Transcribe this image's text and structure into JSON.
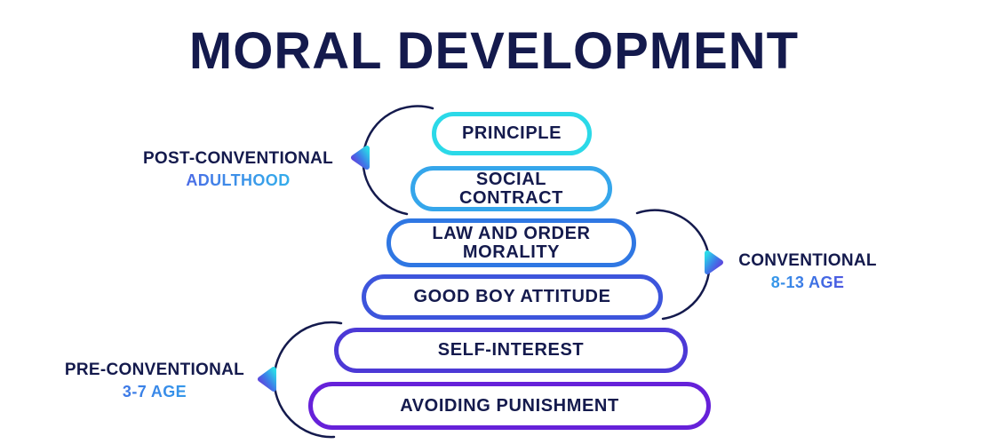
{
  "title": "MORAL DEVELOPMENT",
  "stages": [
    {
      "label": "PRINCIPLE",
      "color": "#2BD9E8"
    },
    {
      "label": "SOCIAL\nCONTRACT",
      "color": "#35A6EB"
    },
    {
      "label": "LAW AND ORDER\nMORALITY",
      "color": "#2F77E3"
    },
    {
      "label": "GOOD BOY ATTITUDE",
      "color": "#3D55DC"
    },
    {
      "label": "SELF-INTEREST",
      "color": "#4C39D6"
    },
    {
      "label": "AVOIDING PUNISHMENT",
      "color": "#6621D9"
    }
  ],
  "groups": {
    "post": {
      "name": "POST-CONVENTIONAL",
      "age": "ADULTHOOD"
    },
    "conventional": {
      "name": "CONVENTIONAL",
      "age": "8-13 AGE"
    },
    "pre": {
      "name": "PRE-CONVENTIONAL",
      "age": "3-7 AGE"
    }
  },
  "colors": {
    "background": "#FFFFFF",
    "title_text": "#141A4D",
    "stage_text": "#141A4D",
    "bracket_stroke": "#141A4D",
    "gradient_cyan": "#2BD9E8",
    "gradient_blue": "#3E7BE8",
    "gradient_purple": "#6B2FD8"
  }
}
